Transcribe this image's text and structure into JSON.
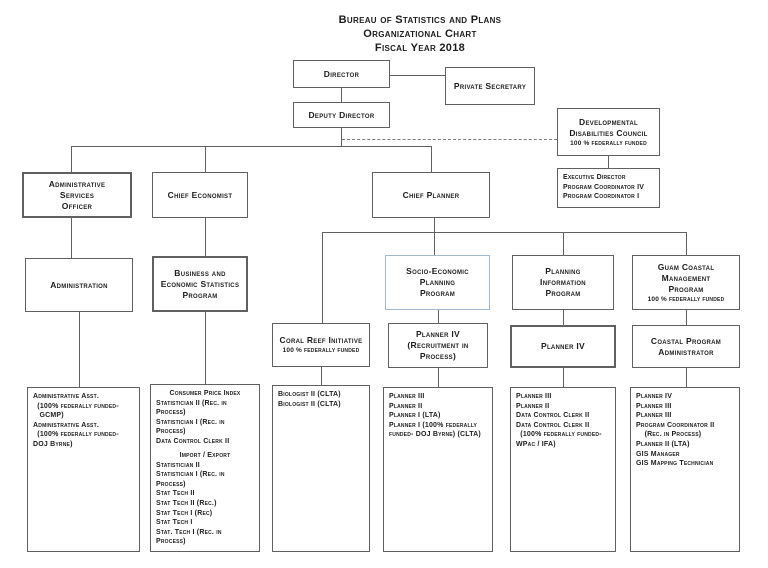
{
  "title": {
    "line1": "Bureau of Statistics and Plans",
    "line2": "Organizational Chart",
    "line3": "Fiscal Year 2018"
  },
  "colors": {
    "box_border": "#606060",
    "highlight_border": "#a3b8cc",
    "connector_line": "#606060",
    "text": "#1c1c1c",
    "background": "#ffffff"
  },
  "boxes": {
    "director": {
      "label": "Director"
    },
    "private_secretary": {
      "label": "Private Secretary"
    },
    "deputy_director": {
      "label": "Deputy Director"
    },
    "developmental_disabilities_council": {
      "label": "Developmental\nDisabilities Council",
      "note": "100 % federally funded"
    },
    "ddc_staff": {
      "lines": [
        "Executive Director",
        "Program Coordinator IV",
        "Program Coordinator I"
      ]
    },
    "administrative_services_officer": {
      "label": "Administrative\nServices\nOfficer"
    },
    "chief_economist": {
      "label": "Chief Economist"
    },
    "chief_planner": {
      "label": "Chief Planner"
    },
    "administration": {
      "label": "Administration"
    },
    "business_economic_statistics_program": {
      "label": "Business and\nEconomic Statistics\nProgram"
    },
    "socio_economic_planning_program": {
      "label": "Socio-Economic\nPlanning\nProgram"
    },
    "planning_information_program": {
      "label": "Planning\nInformation\nProgram"
    },
    "guam_coastal_management_program": {
      "label": "Guam Coastal\nManagement\nProgram",
      "note": "100 % federally funded"
    },
    "coral_reef_initiative": {
      "label": "Coral Reef Initiative",
      "note": "100 % federally funded"
    },
    "planner_iv_recruitment": {
      "label": "Planner IV\n(Recruitment in\nProcess)"
    },
    "planner_iv": {
      "label": "Planner IV"
    },
    "coastal_program_administrator": {
      "label": "Coastal Program\nAdministrator"
    },
    "administration_staff": {
      "lines": [
        "Administrative Asst.",
        "  (100% federally funded-",
        "   GCMP)",
        "Administrative Asst.",
        "  (100% federally funded-",
        "DOJ Byrne)"
      ]
    },
    "statistics_staff": {
      "heading1": "Consumer Price Index",
      "lines1": [
        "Statistician II (Rec. in",
        "Process)",
        "Statistician I (Rec. in",
        "Process)",
        "Data Control Clerk II"
      ],
      "heading2": "Import / Export",
      "lines2": [
        "Statistician II",
        "Statistician I (Rec. in",
        "Process)",
        "Stat Tech II",
        "Stat Tech II (Rec.)",
        "Stat Tech I (Rec)",
        "Stat Tech I",
        "Stat. Tech I (Rec. in",
        "Process)"
      ]
    },
    "coral_reef_staff": {
      "lines": [
        "Biologist II (CLTA)",
        "Biologist II (CLTA)"
      ]
    },
    "sepp_staff": {
      "lines": [
        "Planner III",
        "Planner II",
        "Planner I (LTA)",
        "Planner I (100% federally",
        "funded- DOJ Byrne) (CLTA)"
      ]
    },
    "pip_staff": {
      "lines": [
        "Planner III",
        "Planner II",
        "Data Control Clerk II",
        "Data Control Clerk II",
        "  (100% federally funded-",
        "WPac / IFA)"
      ]
    },
    "gcmp_staff": {
      "lines": [
        "Planner IV",
        "Planner III",
        "Planner III",
        "Program Coordinator II",
        "    (Rec. in Process)",
        "Planner II (LTA)",
        "GIS Manager",
        "GIS Mapping Technician"
      ]
    }
  }
}
